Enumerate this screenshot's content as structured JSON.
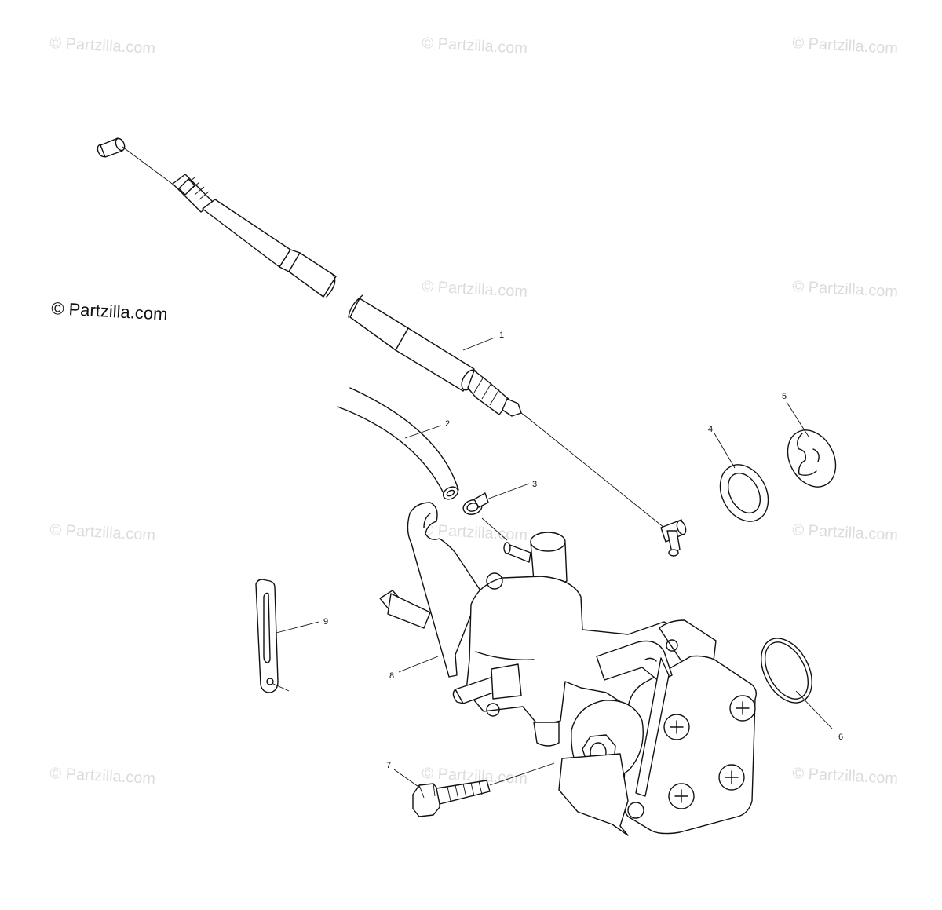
{
  "watermark": {
    "text": "© Partzilla.com"
  },
  "brand": {
    "text": "© Partzilla.com"
  },
  "callouts": [
    {
      "id": "callout-1",
      "label": "1"
    },
    {
      "id": "callout-2",
      "label": "2"
    },
    {
      "id": "callout-3",
      "label": "3"
    },
    {
      "id": "callout-4",
      "label": "4"
    },
    {
      "id": "callout-5",
      "label": "5"
    },
    {
      "id": "callout-6",
      "label": "6"
    },
    {
      "id": "callout-7",
      "label": "7"
    },
    {
      "id": "callout-8",
      "label": "8"
    },
    {
      "id": "callout-9",
      "label": "9"
    }
  ]
}
